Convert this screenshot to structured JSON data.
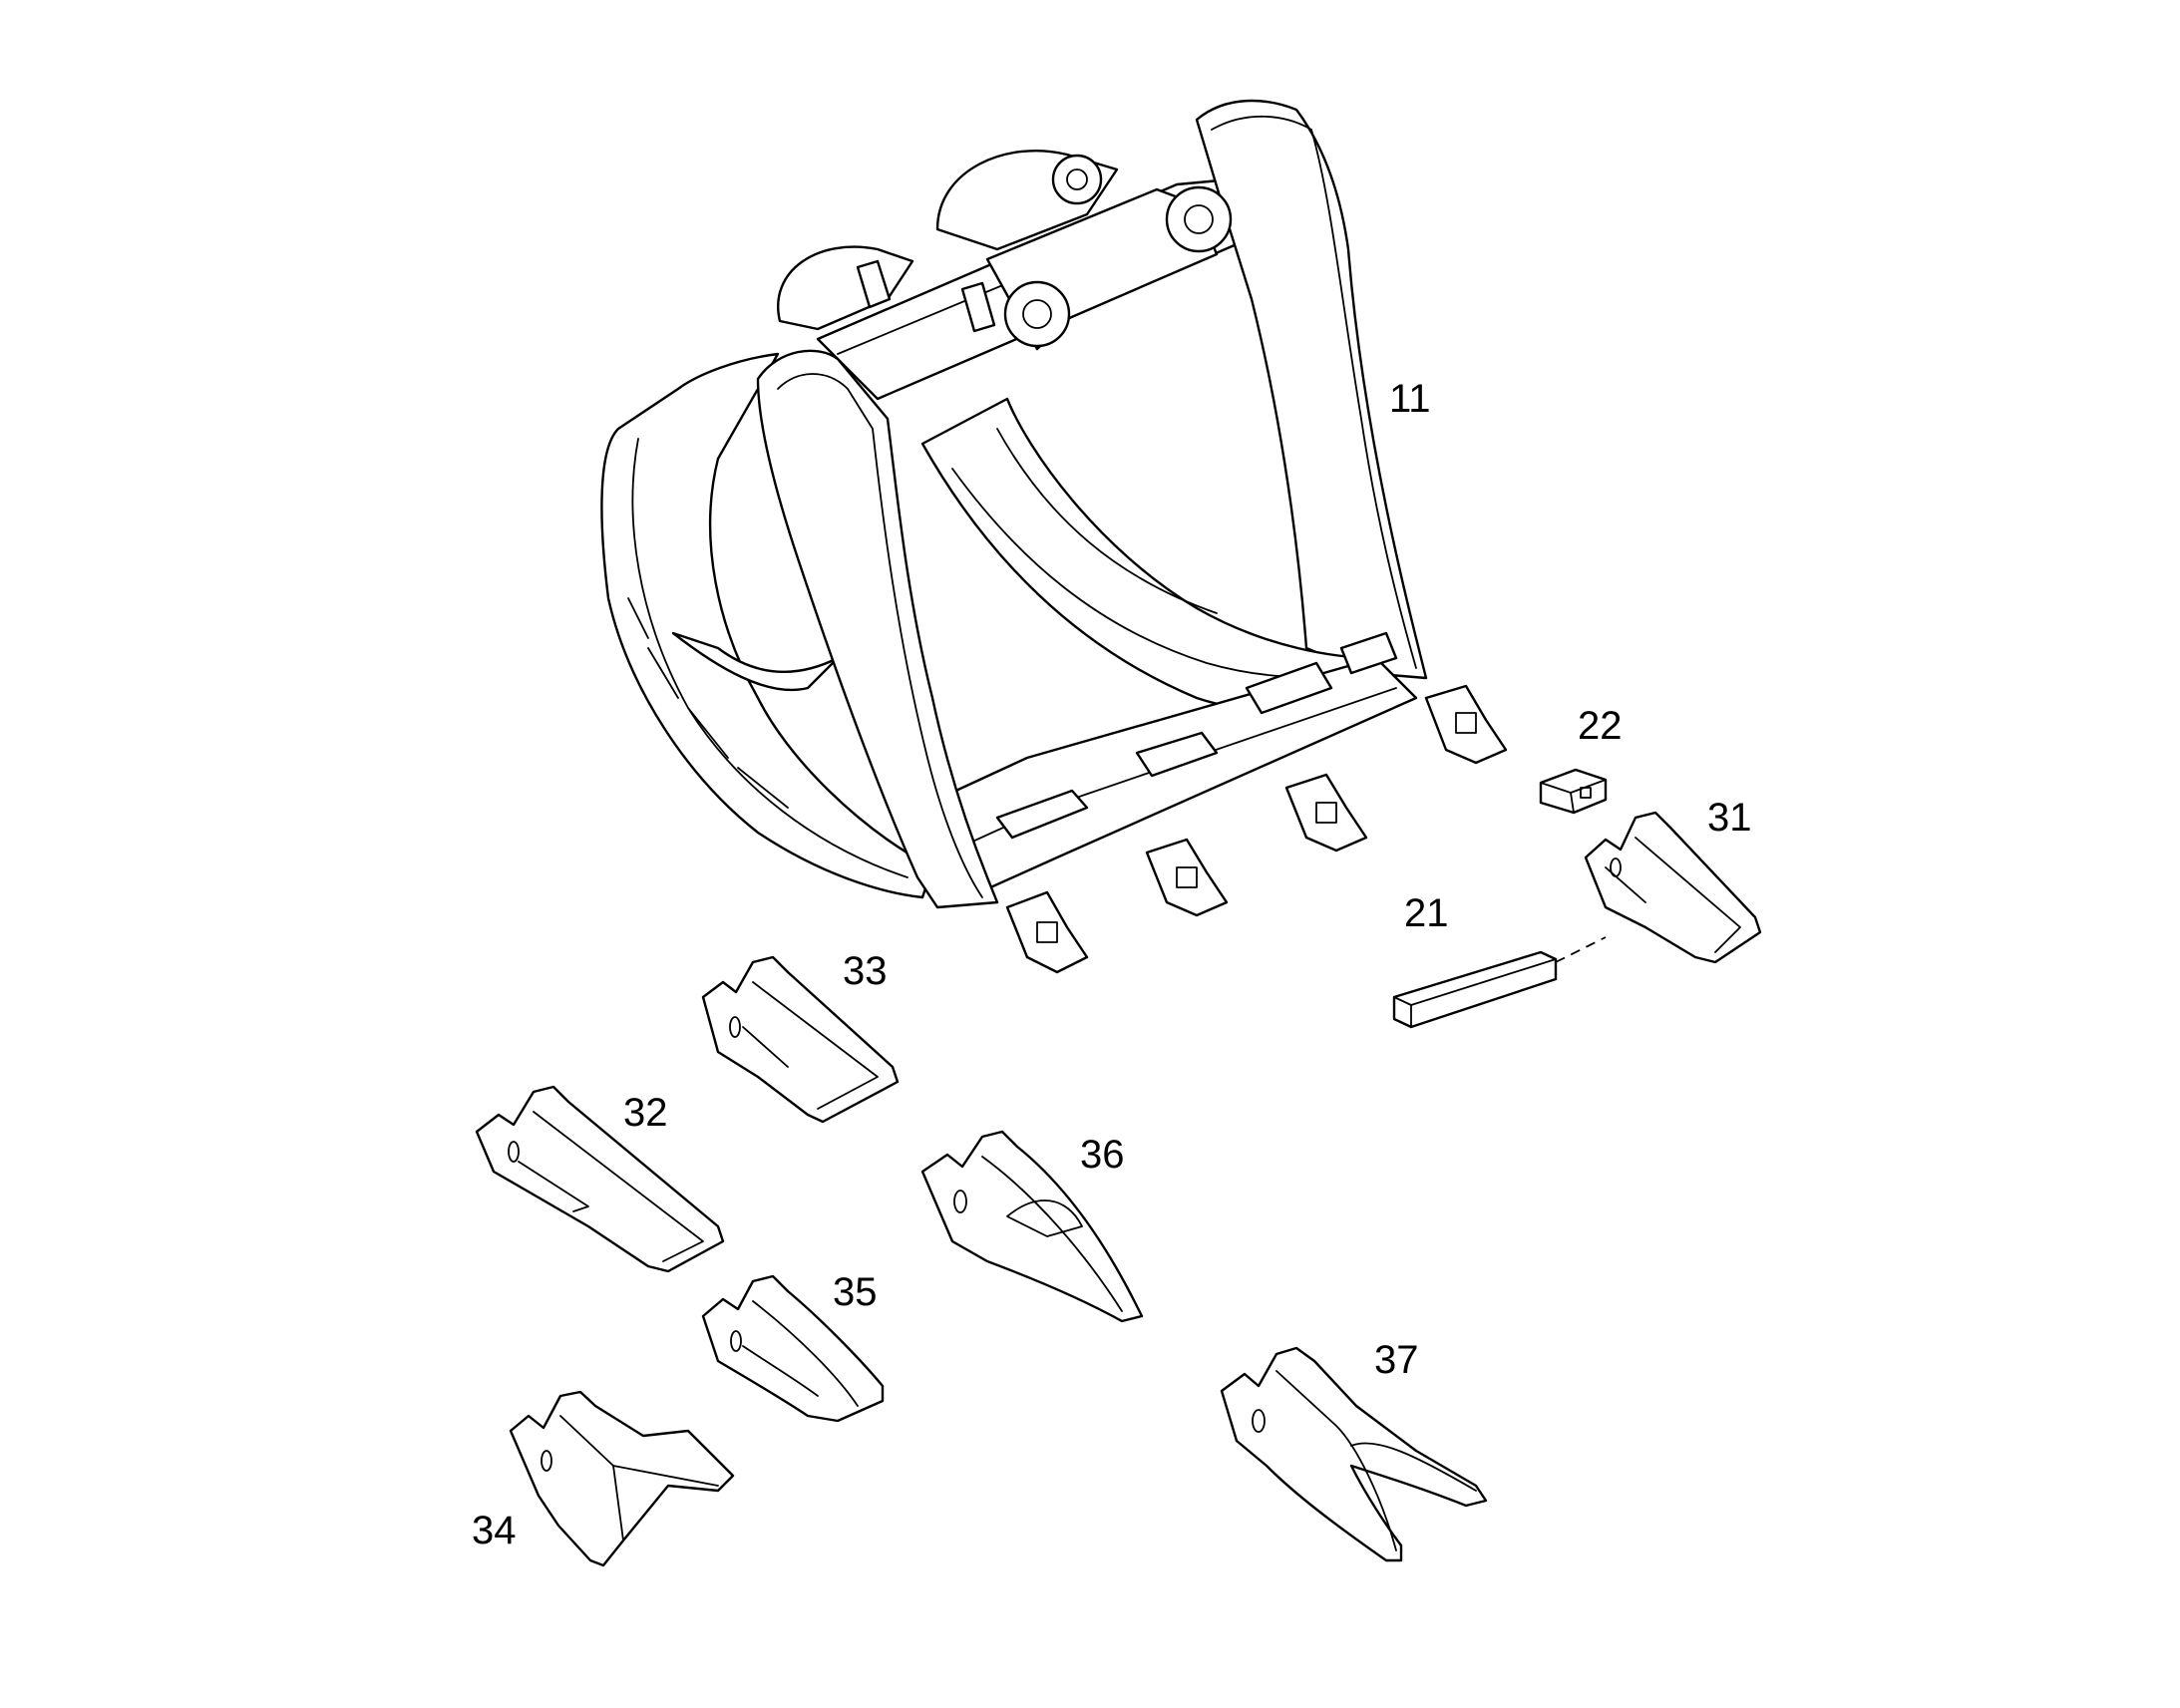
{
  "diagram": {
    "callouts": {
      "c11": "11",
      "c21": "21",
      "c22": "22",
      "c31": "31",
      "c32": "32",
      "c33": "33",
      "c34": "34",
      "c35": "35",
      "c36": "36",
      "c37": "37"
    }
  }
}
